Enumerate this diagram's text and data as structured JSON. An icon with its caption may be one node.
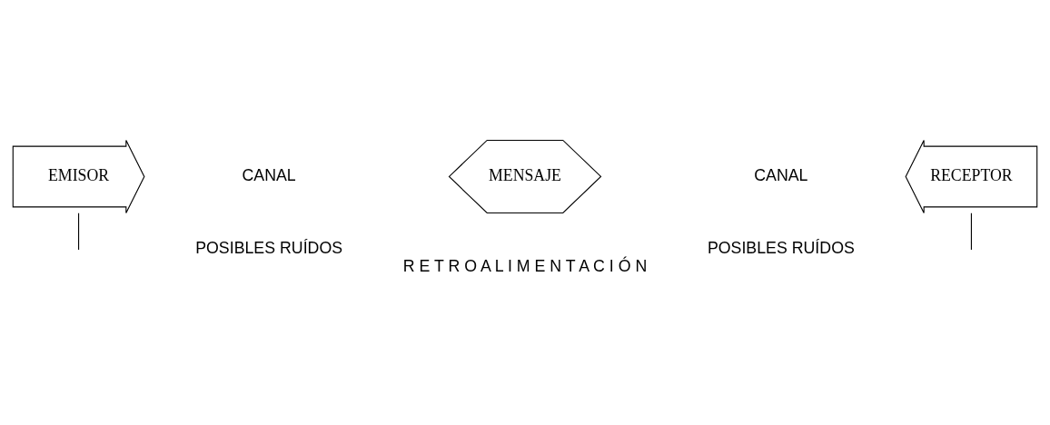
{
  "diagram": {
    "nodes": [
      {
        "text": [
          "EMISOR"
        ]
      },
      {
        "text": [
          "MENSAJE"
        ]
      },
      {
        "text": [
          "RECEPTOR"
        ]
      }
    ],
    "edges": [
      {
        "from": 0,
        "to": null,
        "arrow": "none"
      },
      {
        "from": 2,
        "to": null,
        "arrow": "none"
      }
    ],
    "labels": [
      "CANAL",
      "CANAL",
      "POSIBLES RUÍDOS",
      "POSIBLES RUÍDOS",
      "R E T R O A L I M E N T A C I Ó N"
    ]
  }
}
